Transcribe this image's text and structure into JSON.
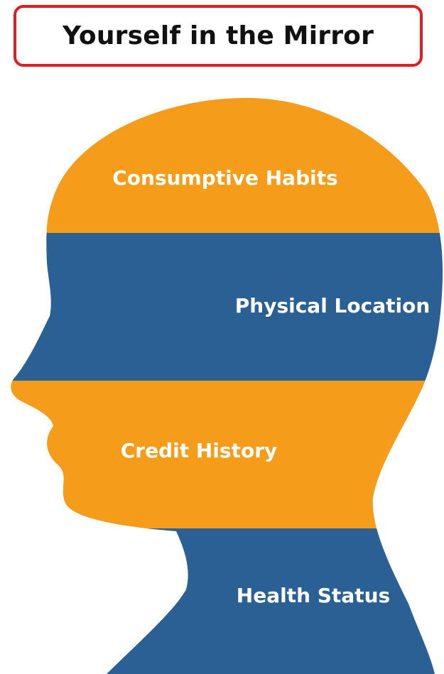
{
  "title": "Yourself in the Mirror",
  "colors": {
    "title_border": "#e31b23",
    "orange": "#f59c1a",
    "blue": "#2a6093",
    "label_text": "#ffffff"
  },
  "bands": [
    {
      "label": "Consumptive Habits",
      "color": "orange"
    },
    {
      "label": "Physical Location",
      "color": "blue"
    },
    {
      "label": "Credit History",
      "color": "orange"
    },
    {
      "label": "Health Status",
      "color": "blue"
    }
  ]
}
